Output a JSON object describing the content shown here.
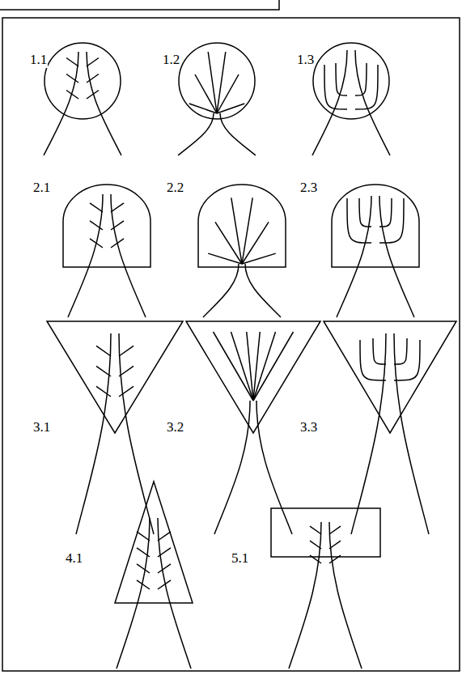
{
  "diagram": {
    "labels": [
      "1.1",
      "1.2",
      "1.3",
      "2.1",
      "2.2",
      "2.3",
      "3.1",
      "3.2",
      "3.3",
      "4.1",
      "5.1"
    ]
  }
}
